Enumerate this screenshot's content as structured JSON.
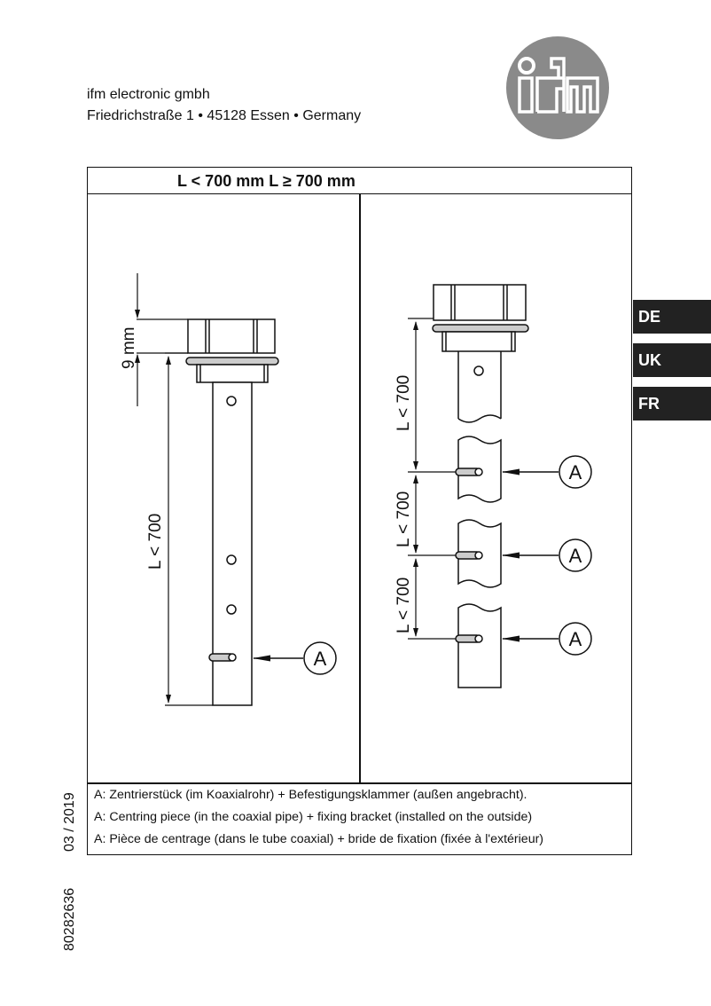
{
  "company": {
    "name": "ifm electronic gmbh",
    "address": "Friedrichstraße 1 • 45128 Essen • Germany"
  },
  "logo": {
    "text": "ifm",
    "color": "#8a8a8a"
  },
  "language_tabs": [
    "DE",
    "UK",
    "FR"
  ],
  "table_header": "L < 700 mm L ≥ 700 mm",
  "figure_left": {
    "dim_flange": "9 mm",
    "dim_length": "L < 700",
    "callout": "A"
  },
  "figure_right": {
    "dim_length": "L < 700",
    "callout": "A"
  },
  "notes": [
    "A: Zentrierstück (im Koaxialrohr) + Befestigungsklammer (außen angebracht).",
    "A: Centring piece (in the coaxial pipe) + fixing bracket (installed on the outside)",
    "A: Pièce de centrage (dans le tube coaxial) + bride de fixation (fixée à l'extérieur)"
  ],
  "date": "03 / 2019",
  "doc_number": "80282636"
}
